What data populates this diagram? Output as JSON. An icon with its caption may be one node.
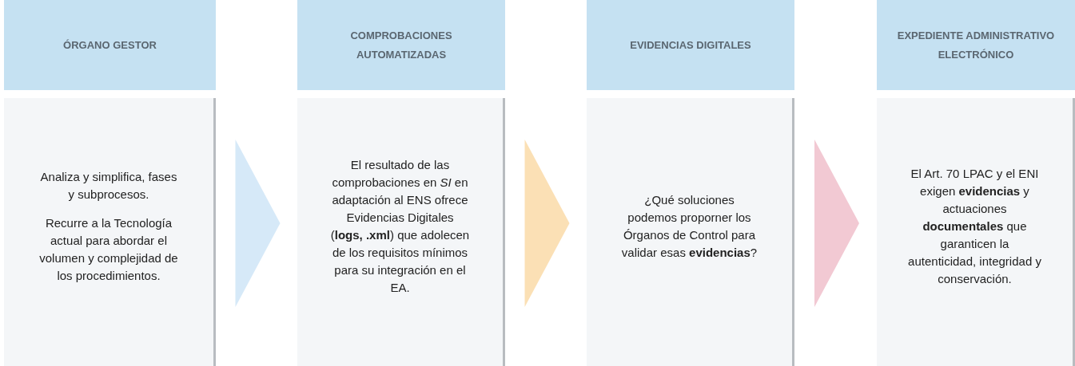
{
  "diagram": {
    "nodes": [
      {
        "text": [
          "ÓRGANO GESTOR",
          "Analiza y simplifica, fases y subprocesos.",
          "Recurre a la Tecnología actual para abordar el volumen y complejidad de los procedimientos."
        ]
      },
      {
        "text": [
          "COMPROBACIONES AUTOMATIZADAS",
          "El resultado de las comprobaciones en *SI* en adaptación al ENS ofrece Evidencias Digitales (**logs, .xml**) que adolecen de los requisitos mínimos para su integración en el EA."
        ]
      },
      {
        "text": [
          "EVIDENCIAS DIGITALES",
          "¿Qué soluciones podemos proporner los Órganos de Control para validar esas **evidencias**?"
        ]
      },
      {
        "text": [
          "EXPEDIENTE ADMINISTRATIVO ELECTRÓNICO",
          "El Art. 70 LPAC y el ENI exigen **evidencias** y actuaciones **documentales** que garanticen la autenticidad, integridad y conservación."
        ]
      }
    ],
    "edges": [
      {
        "from": 0,
        "to": 1,
        "arrow": "to",
        "color": "#d6e9f8"
      },
      {
        "from": 1,
        "to": 2,
        "arrow": "to",
        "color": "#fbe0b5"
      },
      {
        "from": 2,
        "to": 3,
        "arrow": "to",
        "color": "#f2c9d3"
      }
    ]
  }
}
